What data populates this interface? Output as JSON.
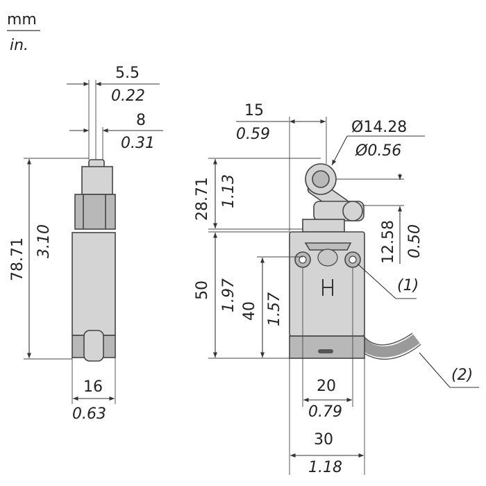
{
  "units": {
    "primary": "mm",
    "secondary": "in."
  },
  "dims": {
    "side_top_width": {
      "mm": "5.5",
      "in": "0.22"
    },
    "side_mid_width": {
      "mm": "8",
      "in": "0.31"
    },
    "side_height": {
      "mm": "78.71",
      "in": "3.10"
    },
    "side_base_width": {
      "mm": "16",
      "in": "0.63"
    },
    "lever_offset": {
      "mm": "15",
      "in": "0.59"
    },
    "roller_diameter": {
      "mm": "Ø14.28",
      "in": "Ø0.56"
    },
    "head_height": {
      "mm": "28.71",
      "in": "1.13"
    },
    "pivot_height": {
      "mm": "12.58",
      "in": "0.50"
    },
    "body_height": {
      "mm": "50",
      "in": "1.97"
    },
    "hole_spacing_vertical": {
      "mm": "40",
      "in": "1.57"
    },
    "hole_spacing_horizontal": {
      "mm": "20",
      "in": "0.79"
    },
    "body_width": {
      "mm": "30",
      "in": "1.18"
    }
  },
  "callouts": {
    "mounting_hole": "(1)",
    "cable": "(2)"
  }
}
